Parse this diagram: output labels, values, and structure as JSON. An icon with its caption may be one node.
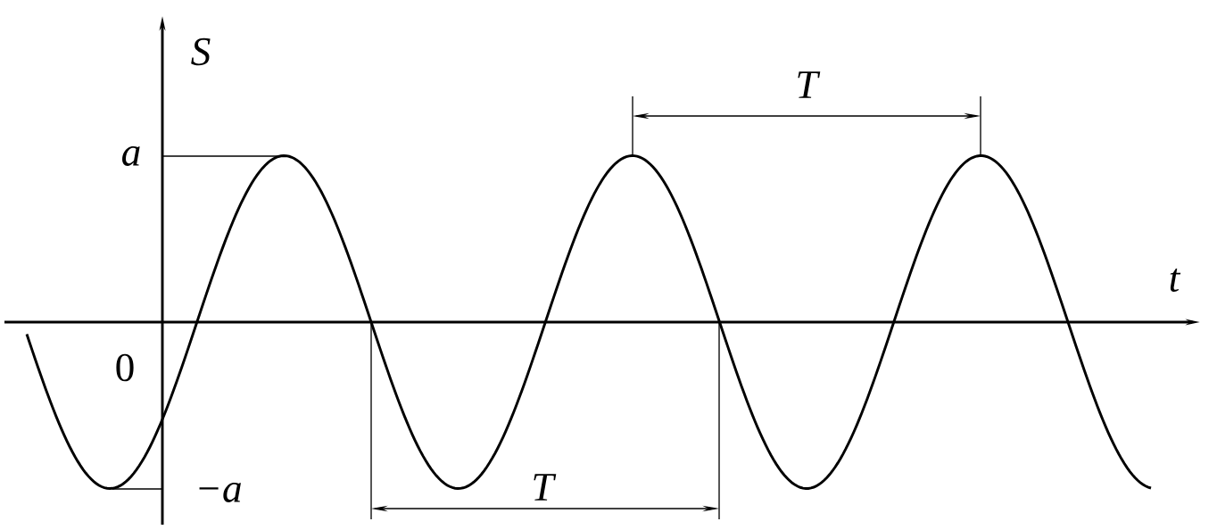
{
  "diagram": {
    "labels": [
      "S",
      "a",
      "t",
      "0",
      "−a",
      "T",
      "T"
    ]
  }
}
